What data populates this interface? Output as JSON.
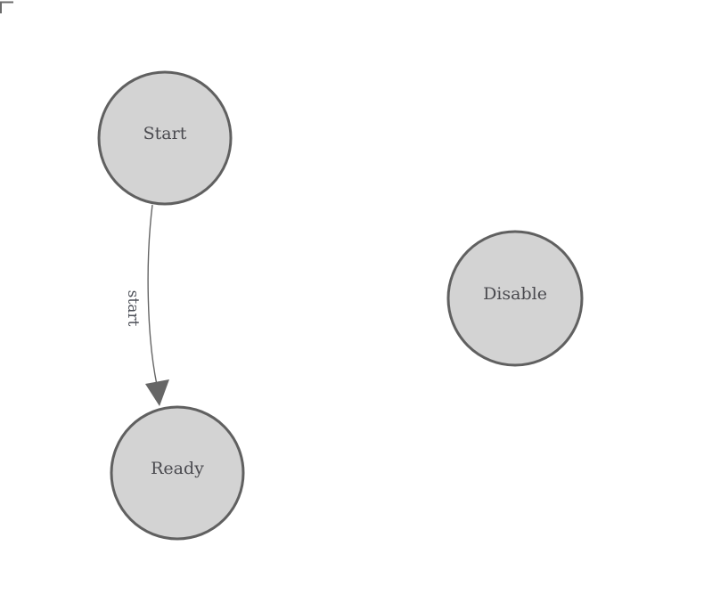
{
  "diagram": {
    "nodes": [
      {
        "id": "start",
        "label": "Start"
      },
      {
        "id": "ready",
        "label": "Ready"
      },
      {
        "id": "disable",
        "label": "Disable"
      }
    ],
    "edges": [
      {
        "from": "Start",
        "to": "Ready",
        "label": "start"
      }
    ],
    "colors": {
      "background": "#ffffff",
      "node_fill": "#d3d3d3",
      "node_stroke": "#606060",
      "node_label": "#4a4a4f",
      "edge_line": "#666666",
      "edge_label": "#4c4f57",
      "arrowhead": "#666666",
      "corner_mark": "#6b6b6b"
    }
  }
}
